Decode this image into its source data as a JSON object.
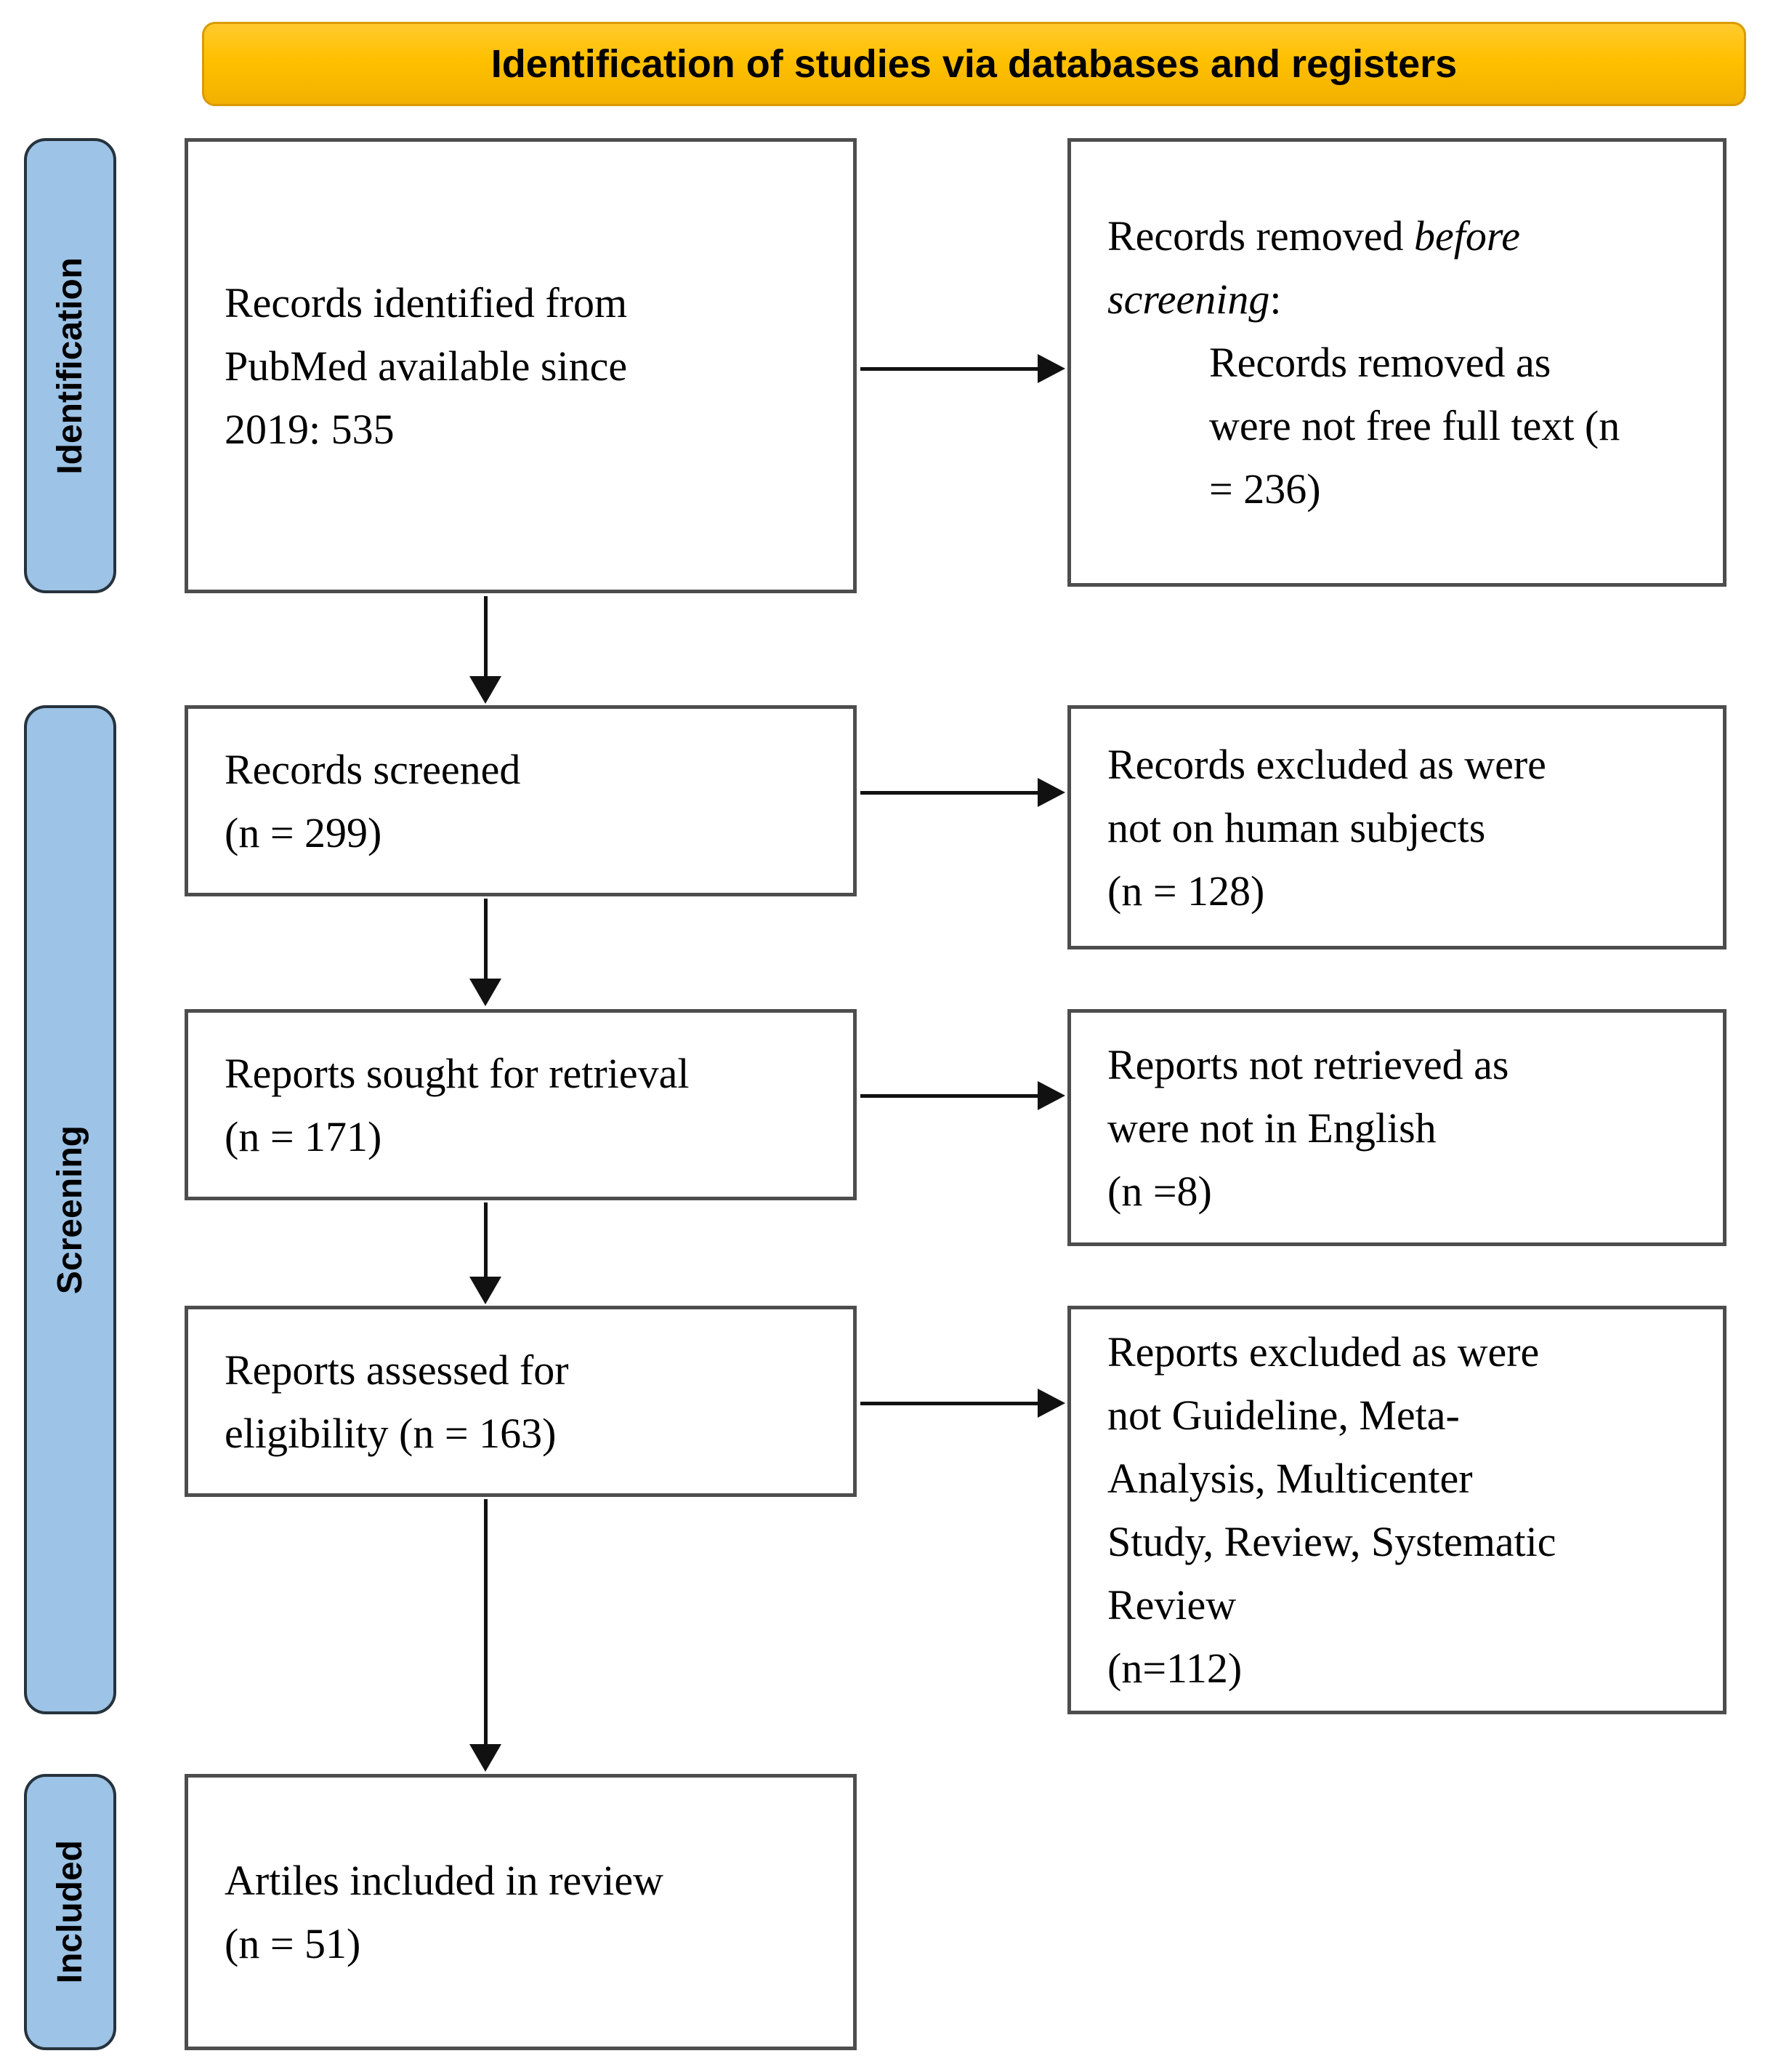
{
  "banner": {
    "label": "Identification of studies via databases and registers"
  },
  "stages": [
    {
      "label": "Identification"
    },
    {
      "label": "Screening"
    },
    {
      "label": "Included"
    }
  ],
  "boxes": {
    "identified": {
      "lines": [
        "Records identified from",
        "PubMed available since",
        "2019: 535"
      ]
    },
    "removed_before_screening": {
      "line1_normal": "Records removed ",
      "line1_italic": "before",
      "line2_italic": "screening",
      "line2_normal": ":",
      "indent_lines": [
        "Records removed as",
        "were not free full text (n",
        "= 236)"
      ]
    },
    "screened": {
      "lines": [
        "Records screened",
        "(n = 299)"
      ]
    },
    "excluded_not_human": {
      "lines": [
        "Records excluded as were",
        "not on human subjects",
        "(n = 128)"
      ]
    },
    "sought_retrieval": {
      "lines": [
        "Reports sought for retrieval",
        "(n = 171)"
      ]
    },
    "not_retrieved": {
      "lines": [
        "Reports not retrieved as",
        "were not in English",
        "(n =8)"
      ]
    },
    "assessed_eligibility": {
      "lines": [
        "Reports assessed for",
        "eligibility (n = 163)"
      ]
    },
    "excluded_wrong_type": {
      "lines": [
        "Reports excluded as were",
        "not Guideline, Meta-",
        "Analysis, Multicenter",
        "Study, Review, Systematic",
        "Review",
        "(n=112)"
      ]
    },
    "included_review": {
      "lines": [
        "Artiles included in review",
        "(n = 51)"
      ]
    }
  },
  "colors": {
    "banner_bg": "#FFC000",
    "banner_border": "#D99B00",
    "stage_bg": "#9DC3E6",
    "stage_border": "#26323C",
    "box_border": "#4D4D4D",
    "arrow": "#111111",
    "text": "#000000"
  }
}
